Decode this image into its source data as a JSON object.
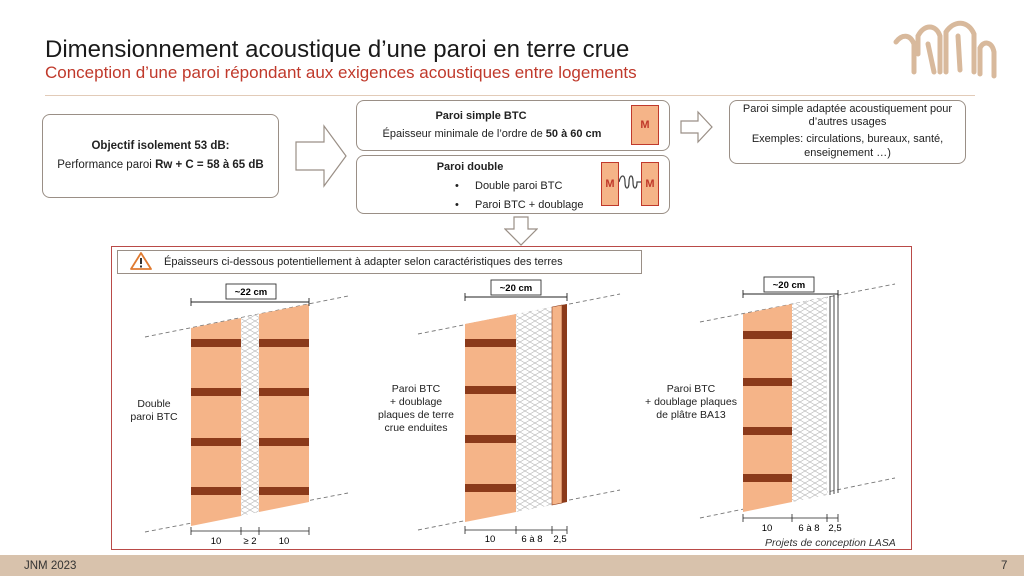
{
  "header": {
    "title": "Dimensionnement acoustique d’une paroi en terre crue",
    "subtitle": "Conception d’une paroi répondant aux exigences acoustiques entre logements"
  },
  "objective": {
    "title": "Objectif isolement 53 dB:",
    "perf_prefix": "Performance paroi ",
    "perf_value": "Rw + C = 58 à 65 dB"
  },
  "simple_wall": {
    "title": "Paroi simple BTC",
    "text_prefix": "Épaisseur minimale de l’ordre de ",
    "text_value": "50 à 60 cm",
    "mass_label": "M"
  },
  "double_wall": {
    "title": "Paroi double",
    "items": [
      "Double paroi BTC",
      "Paroi BTC + doublage"
    ],
    "mass_label": "M"
  },
  "other_uses": {
    "line1": "Paroi simple adaptée acoustiquement pour",
    "line2": "d’autres usages",
    "line3": "Exemples: circulations, bureaux, santé,",
    "line4": "enseignement …)"
  },
  "warning": "Épaisseurs ci-dessous potentiellement à adapter selon caractéristiques des terres",
  "diagrams": [
    {
      "total": "~22 cm",
      "label": [
        "Double",
        "paroi BTC"
      ],
      "dims": [
        "10",
        "≥ 2",
        "10"
      ]
    },
    {
      "total": "~20 cm",
      "label": [
        "Paroi BTC",
        "+ doublage",
        "plaques de terre",
        "crue enduites"
      ],
      "dims": [
        "10",
        "6 à 8",
        "2,5"
      ]
    },
    {
      "total": "~20 cm",
      "label": [
        "Paroi BTC",
        "+ doublage plaques",
        "de plâtre BA13"
      ],
      "dims": [
        "10",
        "6 à 8",
        "2,5"
      ]
    }
  ],
  "credit": "Projets de conception LASA",
  "footer": {
    "event": "JNM 2023",
    "page": "7"
  },
  "colors": {
    "brick": "#f5b488",
    "mortar": "#8b3a1a",
    "accent": "#c0392b",
    "footer": "#d8c2ac"
  }
}
